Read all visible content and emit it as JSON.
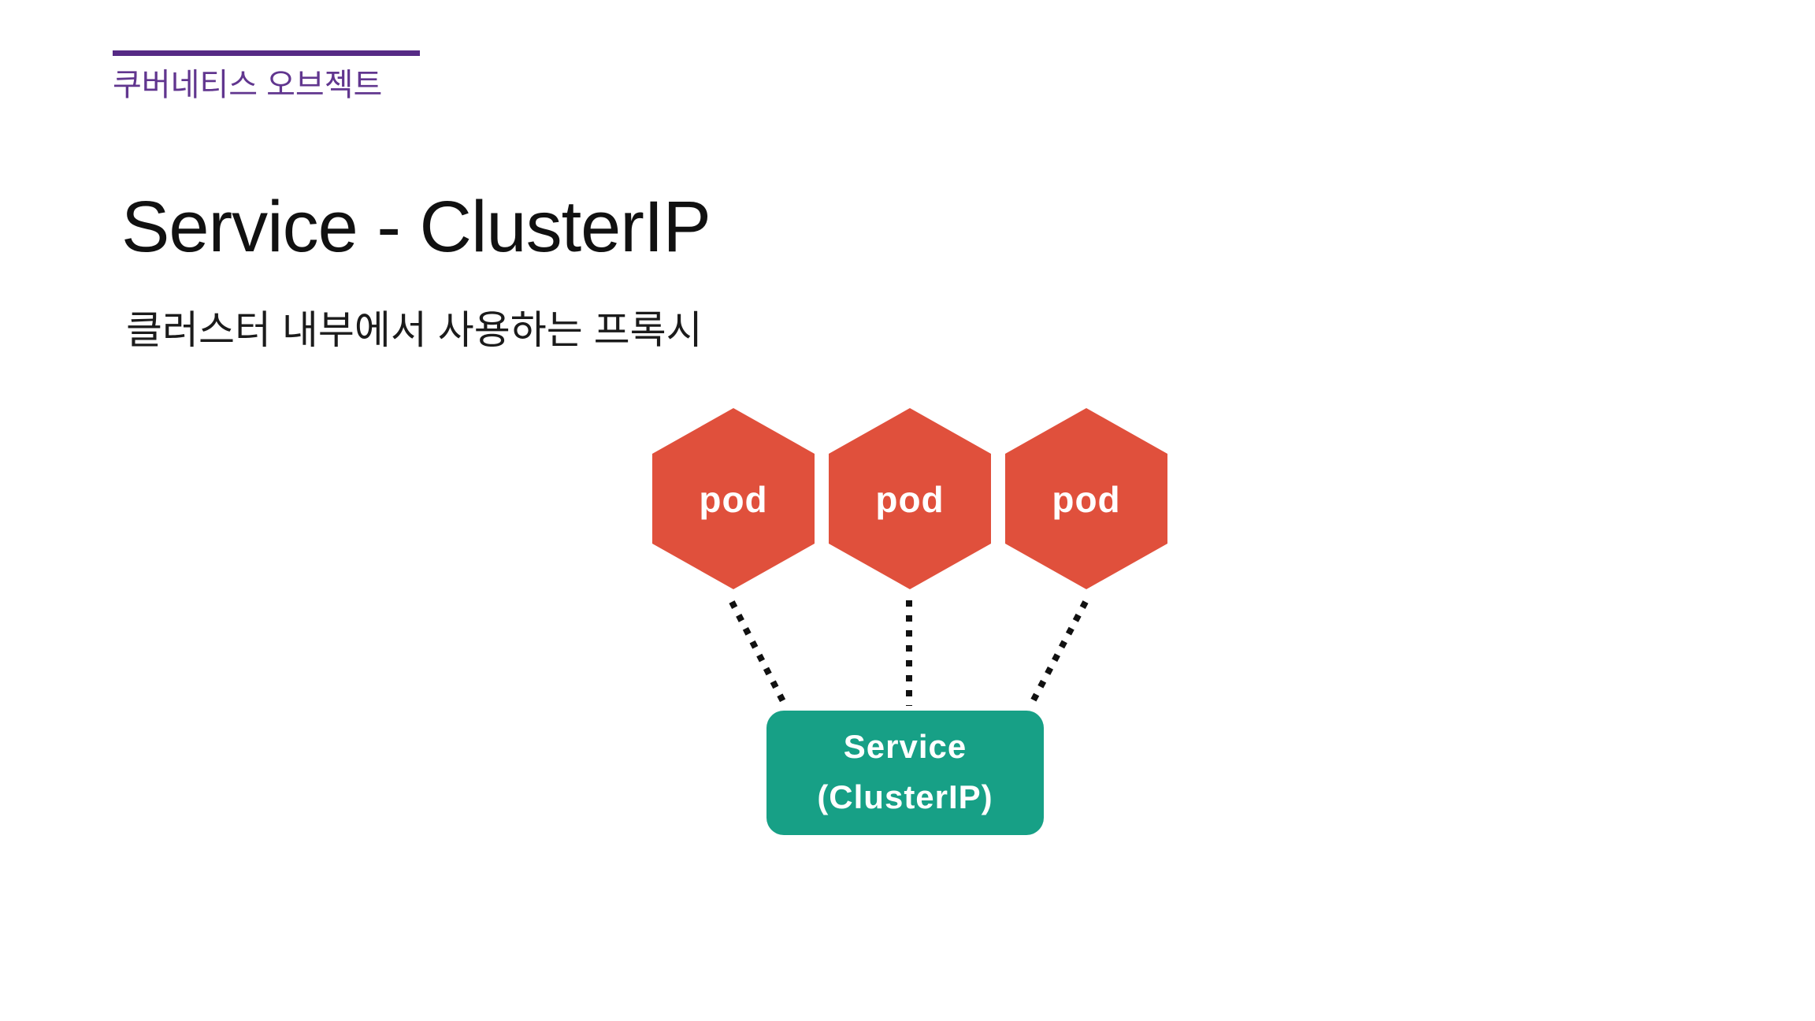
{
  "header": {
    "kicker": "쿠버네티스 오브젝트",
    "title": "Service - ClusterIP",
    "subtitle": "클러스터 내부에서 사용하는 프록시"
  },
  "diagram": {
    "pods": [
      {
        "label": "pod"
      },
      {
        "label": "pod"
      },
      {
        "label": "pod"
      }
    ],
    "service": {
      "line1": "Service",
      "line2": "(ClusterIP)"
    }
  },
  "colors": {
    "accent_purple_rule": "#562a85",
    "kicker_text": "#61368f",
    "title_text": "#111111",
    "subtitle_text": "#1b1b1b",
    "pod_fill": "#e0503c",
    "pod_label_text": "#ffffff",
    "service_fill": "#17a086",
    "service_label_text": "#ffffff",
    "connector": "#111111"
  }
}
